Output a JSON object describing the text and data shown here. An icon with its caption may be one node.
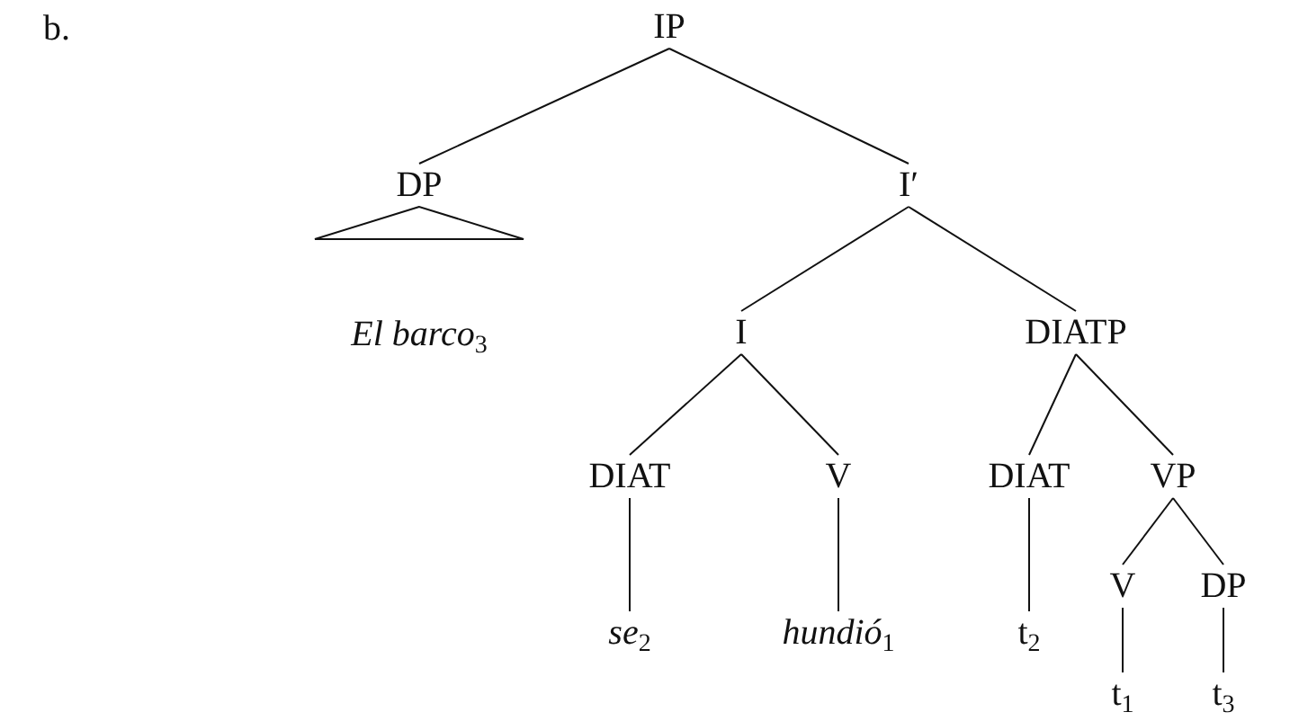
{
  "diagram": {
    "nodes": [
      {
        "text": [
          "IP"
        ]
      },
      {
        "text": [
          "DP"
        ]
      },
      {
        "text": [
          "*El barco*$_{3}$"
        ]
      },
      {
        "text": [
          "I′"
        ]
      },
      {
        "text": [
          "I"
        ]
      },
      {
        "text": [
          "DIATP"
        ]
      },
      {
        "text": [
          "DIAT"
        ]
      },
      {
        "text": [
          "V"
        ]
      },
      {
        "text": [
          "*se*$_{2}$"
        ]
      },
      {
        "text": [
          "*hundió*$_{1}$"
        ]
      },
      {
        "text": [
          "DIAT"
        ]
      },
      {
        "text": [
          "VP"
        ]
      },
      {
        "text": [
          "t$_{2}$"
        ]
      },
      {
        "text": [
          "V"
        ]
      },
      {
        "text": [
          "DP"
        ]
      },
      {
        "text": [
          "t$_{1}$"
        ]
      },
      {
        "text": [
          "t$_{3}$"
        ]
      }
    ],
    "edges": [
      {
        "from": 0,
        "to": 1,
        "arrow": "none"
      },
      {
        "from": 1,
        "to": 2,
        "arrow": "none"
      },
      {
        "from": 0,
        "to": 3,
        "arrow": "none"
      },
      {
        "from": 3,
        "to": 4,
        "arrow": "none"
      },
      {
        "from": 3,
        "to": 5,
        "arrow": "none"
      },
      {
        "from": 4,
        "to": 6,
        "arrow": "none"
      },
      {
        "from": 4,
        "to": 7,
        "arrow": "none"
      },
      {
        "from": 6,
        "to": 8,
        "arrow": "none"
      },
      {
        "from": 7,
        "to": 9,
        "arrow": "none"
      },
      {
        "from": 5,
        "to": 10,
        "arrow": "none"
      },
      {
        "from": 5,
        "to": 11,
        "arrow": "none"
      },
      {
        "from": 10,
        "to": 12,
        "arrow": "none"
      },
      {
        "from": 11,
        "to": 13,
        "arrow": "none"
      },
      {
        "from": 11,
        "to": 14,
        "arrow": "none"
      },
      {
        "from": 13,
        "to": 15,
        "arrow": "none"
      },
      {
        "from": 14,
        "to": 16,
        "arrow": "none"
      }
    ],
    "labels": [
      "b."
    ]
  }
}
